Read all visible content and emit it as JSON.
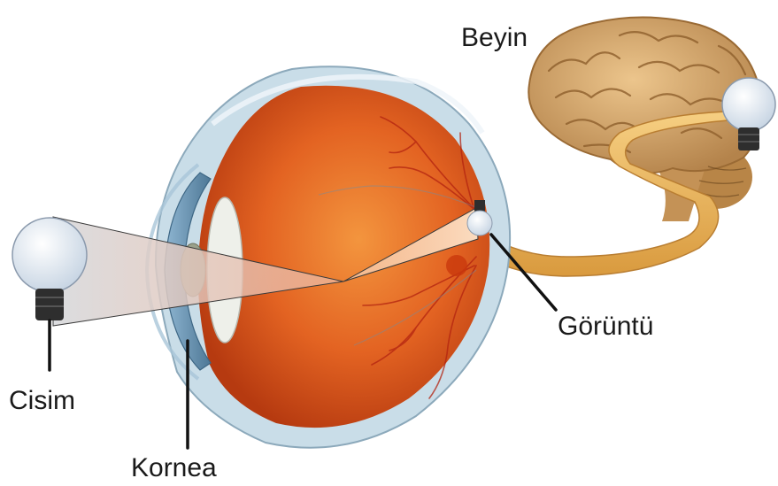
{
  "labels": {
    "brain": "Beyin",
    "image": "Görüntü",
    "object": "Cisim",
    "cornea": "Kornea"
  },
  "colors": {
    "eyeball": "#e0561a",
    "sclera": "#c7dbe6",
    "iris": "#6f9ab8",
    "brain": "#d2a46a",
    "nerve": "#ecb65e",
    "bulb": "#e6eef7"
  },
  "icons": [
    "object-light-bulb-icon",
    "image-light-bulb-icon",
    "perceived-light-bulb-icon",
    "brain-icon"
  ]
}
